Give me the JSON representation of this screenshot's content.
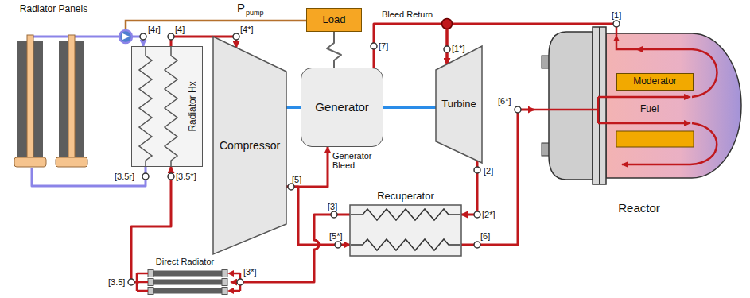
{
  "diagram": {
    "nodes": [
      {
        "text": [
          "Radiator Panels"
        ]
      },
      {
        "text": [
          "Load"
        ]
      },
      {
        "text": [
          "Radiator Hx"
        ]
      },
      {
        "text": [
          "Compressor"
        ]
      },
      {
        "text": [
          "Generator"
        ]
      },
      {
        "text": [
          "Turbine"
        ]
      },
      {
        "text": [
          "Reactor"
        ]
      },
      {
        "text": [
          "Moderator"
        ],
        "in": 6
      },
      {
        "text": [
          "Recuperator"
        ]
      },
      {
        "text": [
          "Direct Radiator"
        ]
      }
    ],
    "edges": [
      {
        "from": 0,
        "to": 2,
        "arrow": "to"
      },
      {
        "from": 2,
        "to": 0,
        "arrow": "none"
      },
      {
        "from": 2,
        "to": 3,
        "arrow": "to"
      },
      {
        "from": 3,
        "to": 4,
        "arrow": "none"
      },
      {
        "from": 4,
        "to": 5,
        "arrow": "none"
      },
      {
        "from": 4,
        "to": 1,
        "arrow": "none"
      },
      {
        "from": 6,
        "to": 5,
        "arrow": "to"
      },
      {
        "from": 4,
        "to": 5,
        "arrow": "to"
      },
      {
        "from": 3,
        "to": 4,
        "arrow": "to"
      },
      {
        "from": 5,
        "to": 8,
        "arrow": "to"
      },
      {
        "from": 8,
        "to": 9,
        "arrow": "to"
      },
      {
        "from": 9,
        "to": 2,
        "arrow": "to"
      },
      {
        "from": 3,
        "to": 8,
        "arrow": "to"
      },
      {
        "from": 8,
        "to": 6,
        "arrow": "to"
      }
    ],
    "labels": [
      "P",
      "pump",
      "Bleed Return",
      "Generator Bleed",
      "Fuel",
      "[1]",
      "[1*]",
      "[2]",
      "[2*]",
      "[3]",
      "[3*]",
      "[3.5]",
      "[3.5*]",
      "[3.5r]",
      "[4]",
      "[4*]",
      "[4r]",
      "[5]",
      "[5*]",
      "[6]",
      "[6*]",
      "[7]"
    ]
  }
}
